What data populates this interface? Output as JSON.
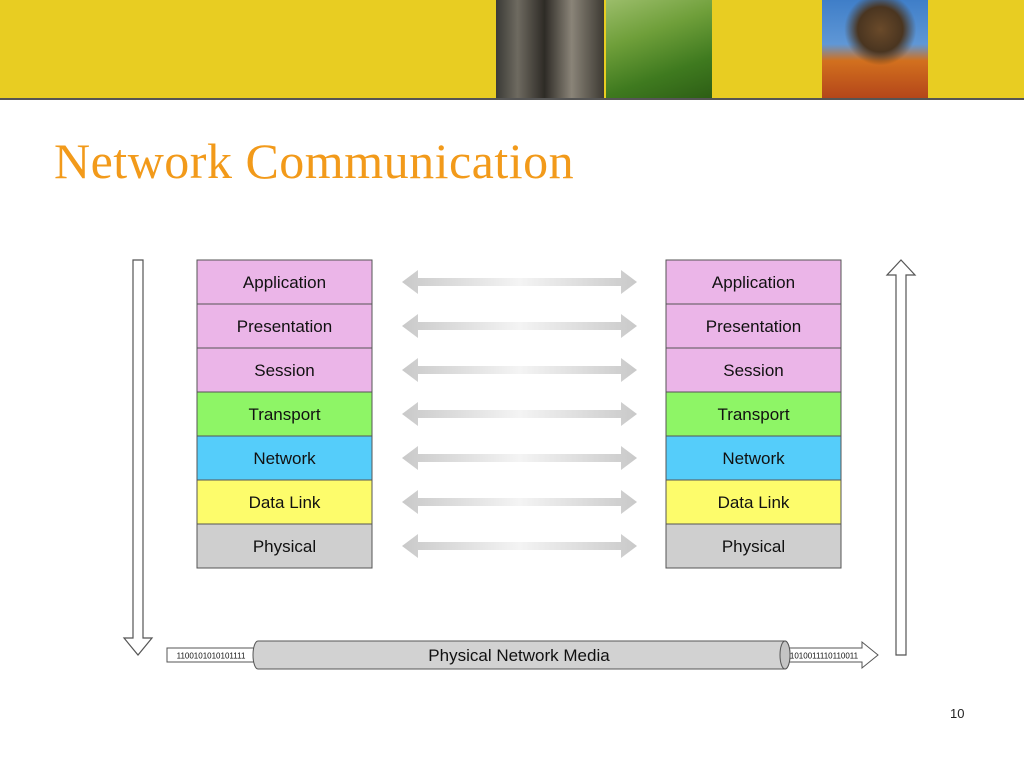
{
  "slide": {
    "title": "Network Communication",
    "page_number": "10"
  },
  "stacks": {
    "layers": [
      {
        "label": "Application",
        "color": "#ebb5e8"
      },
      {
        "label": "Presentation",
        "color": "#ebb5e8"
      },
      {
        "label": "Session",
        "color": "#ebb5e8"
      },
      {
        "label": "Transport",
        "color": "#8ef566"
      },
      {
        "label": "Network",
        "color": "#55cdfa"
      },
      {
        "label": "Data Link",
        "color": "#fdfc6b"
      },
      {
        "label": "Physical",
        "color": "#cfcfcf"
      }
    ]
  },
  "media": {
    "label": "Physical Network Media",
    "bits_left": "1100101010101111",
    "bits_right": "1010011110110011"
  },
  "colors": {
    "header": "#e8cd22",
    "title": "#f29a1a"
  }
}
